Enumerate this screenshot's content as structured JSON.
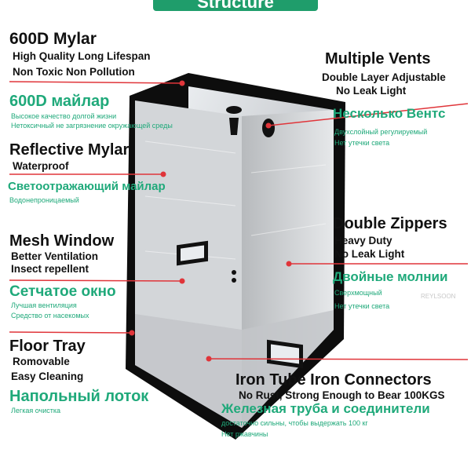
{
  "banner": {
    "title": "Structure"
  },
  "colors": {
    "accent": "#1fa97a",
    "line": "#e0353a",
    "tent": "#0d0d0d"
  },
  "left": {
    "mylar": {
      "title": "600D Mylar",
      "sub1": "High Quality Long Lifespan",
      "sub2": "Non Toxic  Non Pollution",
      "ru_title": "600D майлар",
      "ru1": "Высокое качество долгой жизни",
      "ru2": "Нетоксичный не загрязнение окружающей среды"
    },
    "reflective": {
      "title": "Reflective Mylar",
      "sub1": "Waterproof",
      "ru_title": "Светоотражающий майлар",
      "ru1": "Водонепроницаемый"
    },
    "mesh": {
      "title": "Mesh Window",
      "sub1": "Better Ventilation",
      "sub2": "Insect repellent",
      "ru_title": "Сетчатое окно",
      "ru1": "Лучшая вентиляция",
      "ru2": "Средство от насекомых"
    },
    "floor": {
      "title": "Floor Tray",
      "sub1": "Romovable",
      "sub2": "Easy Cleaning",
      "ru_title": "Напольный лоток",
      "ru1": "Легкая очистка"
    }
  },
  "right": {
    "vents": {
      "title": "Multiple  Vents",
      "sub1": "Double Layer Adjustable",
      "sub2": "No Leak Light",
      "ru_title": "Несколько Вентс",
      "ru1": "Двухслойный регулируемый",
      "ru2": "Нет утечки света"
    },
    "zippers": {
      "title": "Double Zippers",
      "sub1": "Heavy Duty",
      "sub2": "No Leak Light",
      "ru_title": "Двойные молнии",
      "ru1": "Сверхмощный",
      "ru2": "Нет утечки света"
    },
    "iron": {
      "title": "Iron Tube Iron Connectors",
      "sub1": "No Rust, Strong Enough to Bear 100KGS",
      "ru_title": "Железная труба и соединители",
      "ru1": "достаточно сильны, чтобы выдержать 100 кг",
      "ru2": "Нет ржавчины"
    }
  },
  "watermark": "REYLSOON"
}
